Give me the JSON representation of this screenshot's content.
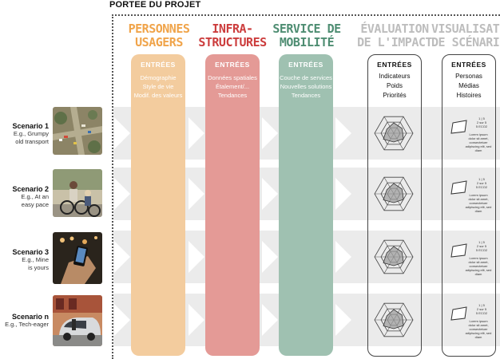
{
  "header": {
    "title": "PORTEE DU PROJET"
  },
  "columns": [
    {
      "id": "users",
      "title_lines": [
        "PERSONNES",
        "USAGERS"
      ],
      "entrees": "ENTRÉES",
      "items": [
        "Démographie",
        "Style de vie",
        "Modif. des valeurs"
      ],
      "head_color": "#f0a44a",
      "fill": "#f3cc9e",
      "text_color": "#ffffff"
    },
    {
      "id": "infra",
      "title_lines": [
        "INFRA-",
        "STRUCTURES"
      ],
      "entrees": "ENTRÉES",
      "items": [
        "Données spatiales",
        "Étalement/...",
        "Tendances"
      ],
      "head_color": "#cc3d3d",
      "fill": "#e49a96",
      "text_color": "#ffffff"
    },
    {
      "id": "mobility",
      "title_lines": [
        "SERVICE DE",
        "MOBILITÉ"
      ],
      "entrees": "ENTRÉES",
      "items": [
        "Couche de services",
        "Nouvelles solutions",
        "Tendances"
      ],
      "head_color": "#4e8d72",
      "fill": "#9fc1b1",
      "text_color": "#ffffff"
    },
    {
      "id": "impact",
      "title_lines": [
        "ÉVALUATION",
        "DE L'IMPACT"
      ],
      "entrees": "ENTRÉES",
      "items": [
        "Indicateurs",
        "Poids",
        "Priorités"
      ],
      "head_color": "#bdbdbd",
      "fill": "none",
      "text_color": "#111111"
    },
    {
      "id": "visual",
      "title_lines": [
        "VISUALISATION",
        "DE SCÉNARIOS"
      ],
      "entrees": "ENTRÉES",
      "items": [
        "Personas",
        "Médias",
        "Histoires"
      ],
      "head_color": "#bdbdbd",
      "fill": "none",
      "text_color": "#111111"
    }
  ],
  "scenarios": [
    {
      "title": "Scenario 1",
      "sub_lines": [
        "E.g., Grumpy",
        "old transport"
      ],
      "thumb": "aerial-intersection"
    },
    {
      "title": "Scenario 2",
      "sub_lines": [
        "E.g., At an",
        "easy pace"
      ],
      "thumb": "cyclists"
    },
    {
      "title": "Scenario 3",
      "sub_lines": [
        "E.g., Mine",
        "is yours"
      ],
      "thumb": "smartphone"
    },
    {
      "title": "Scenario n",
      "sub_lines": [
        "E.g., Tech-eager"
      ],
      "thumb": "autonomous-car"
    }
  ],
  "mini_card": {
    "lines_top": [
      "1 | 5",
      "2 sur 5",
      "5 ECO2"
    ],
    "lines_bottom": [
      "Lorem ipsum",
      "dolor sit amet,",
      "consectetuer",
      "adipiscing elit, sed",
      "diam"
    ]
  }
}
